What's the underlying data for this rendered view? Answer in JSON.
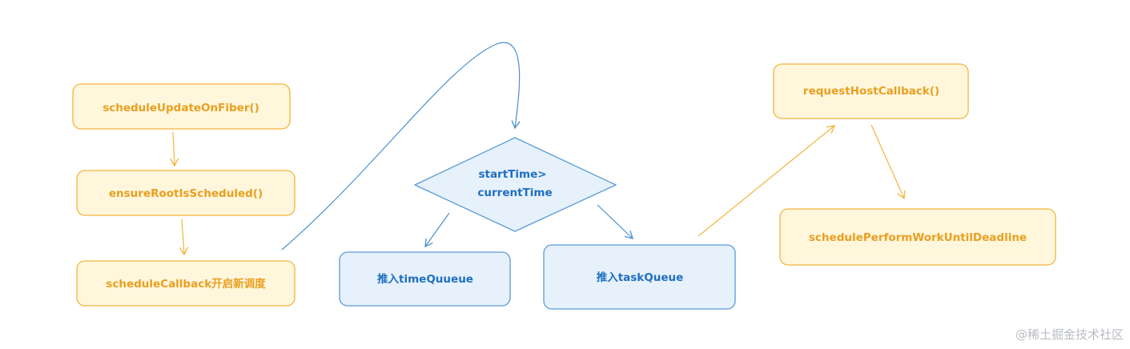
{
  "nodes": {
    "schedule_update": "scheduleUpdateOnFiber()",
    "ensure_root": "ensureRootIsScheduled()",
    "schedule_callback": "scheduleCallback开启新调度",
    "decision_line1": "startTime>",
    "decision_line2": "currentTime",
    "push_time_queue": "推入timeQuueue",
    "push_task_queue": "推入taskQueue",
    "request_host_callback": "requestHostCallback()",
    "schedule_perform_work": "schedulePerformWorkUntilDeadline"
  },
  "watermark": "@稀土掘金技术社区",
  "colors": {
    "orange_fill": "#fff6dc",
    "orange_stroke": "#f2b53c",
    "orange_text": "#e8a020",
    "blue_fill": "#e6f1fc",
    "blue_stroke": "#5a9bd8",
    "blue_text": "#1f6fbf"
  }
}
